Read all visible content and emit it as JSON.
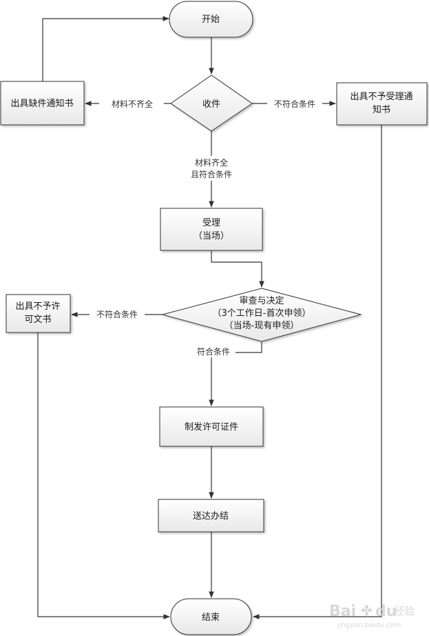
{
  "nodes": {
    "start": "开始",
    "receive": "收件",
    "missing_notice": "出具缺件通知书",
    "reject_notice_1": "出具不予受理通",
    "reject_notice_2": "知书",
    "accept_1": "受理",
    "accept_2": "（当场）",
    "review_1": "审查与决定",
    "review_2": "（3个工作日-首次申领）",
    "review_3": "（当场-现有申领）",
    "deny_permit_1": "出具不予许",
    "deny_permit_2": "可文书",
    "issue_license": "制发许可证件",
    "deliver": "送达办结",
    "end": "结束"
  },
  "edges": {
    "materials_incomplete": "材料不齐全",
    "not_qualified_top": "不符合条件",
    "materials_complete_1": "材料齐全",
    "materials_complete_2": "且符合条件",
    "not_qualified_mid": "不符合条件",
    "qualified": "符合条件"
  },
  "watermark": {
    "brand": "Bai",
    "brand2": "du",
    "suffix": "经验",
    "url": "jingyan.baidu.com"
  }
}
